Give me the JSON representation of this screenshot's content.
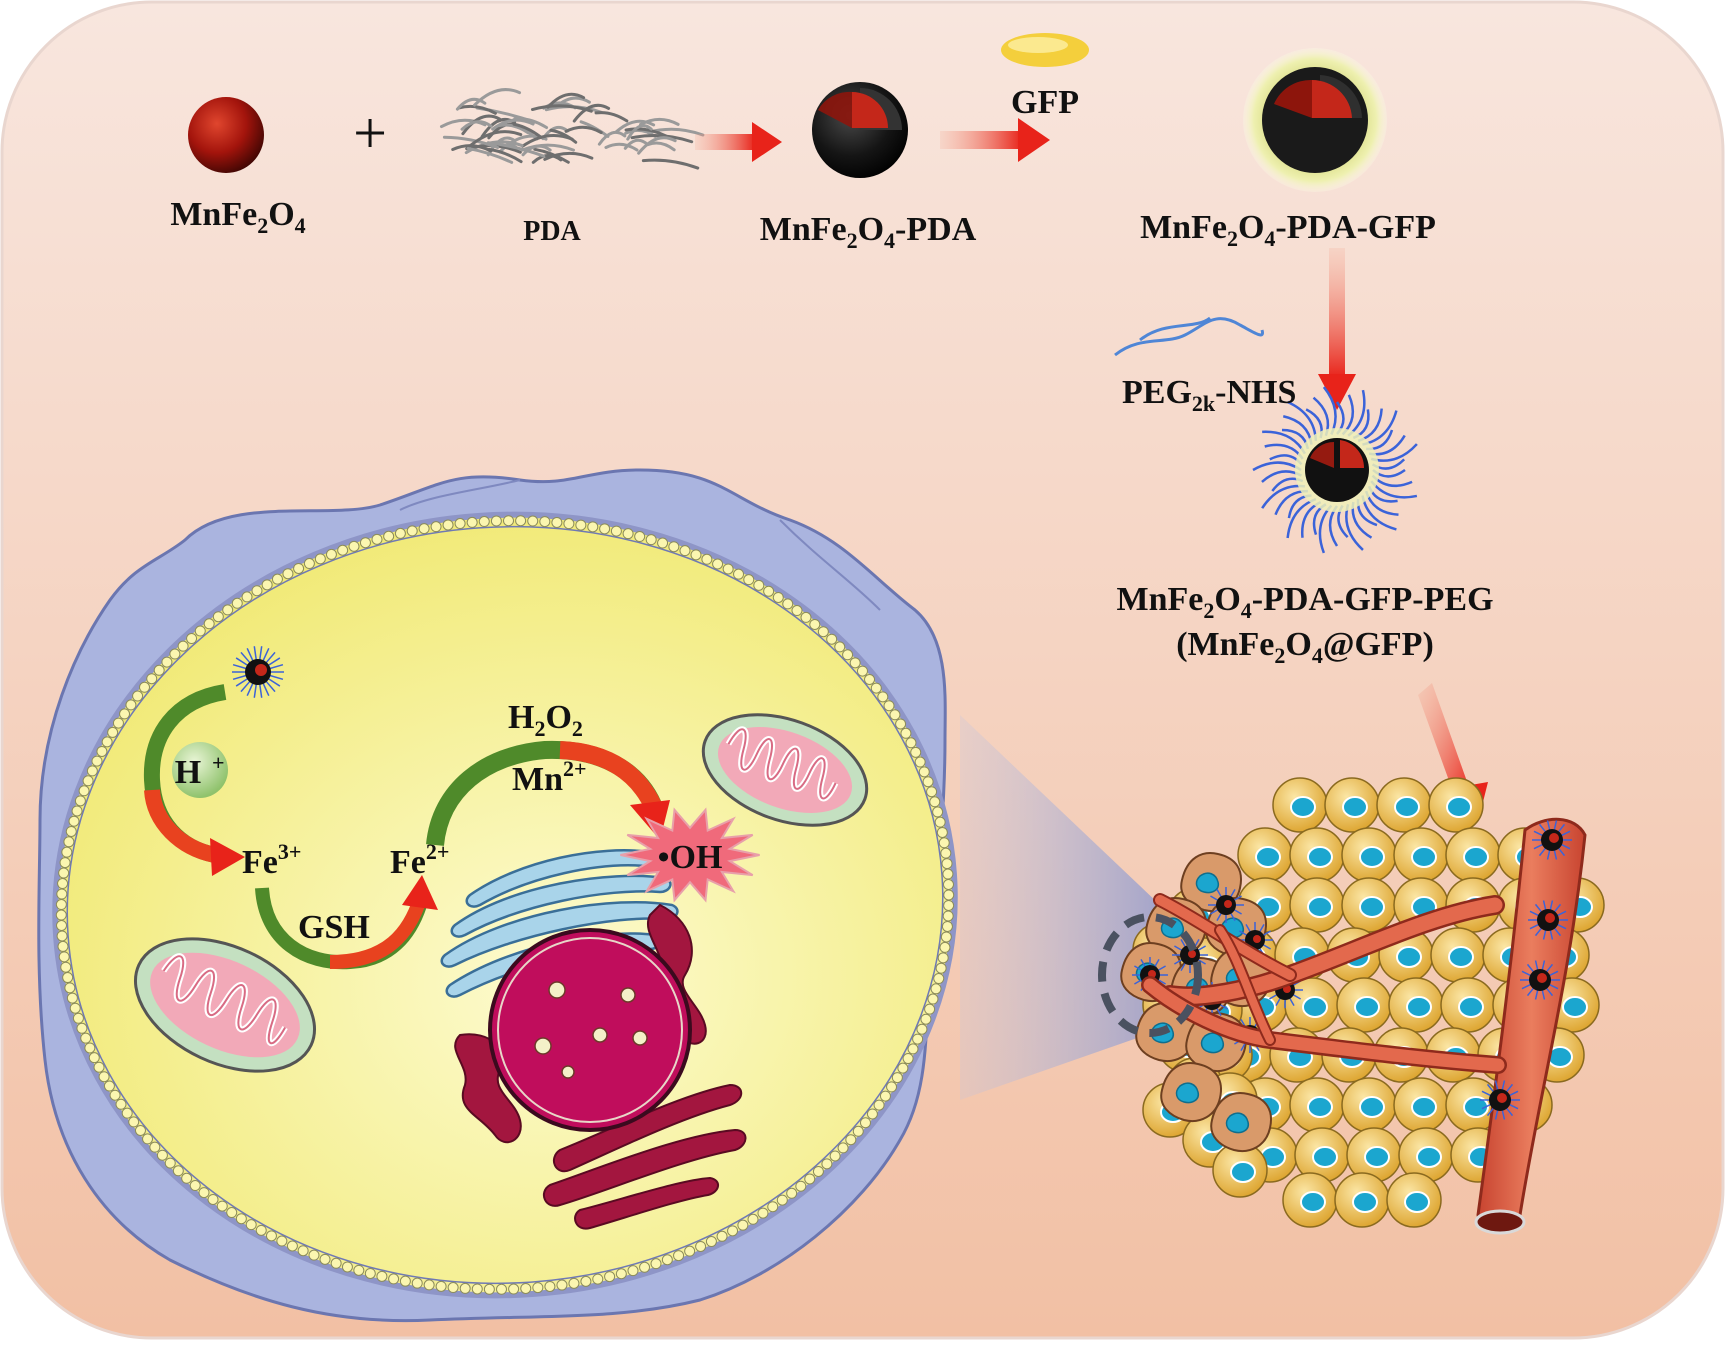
{
  "colors": {
    "bg_top": "#f8e5dc",
    "bg_bottom": "#f3c3a8",
    "core_red": "#b3190f",
    "pda_black": "#1a1a1a",
    "gfp_yellow": "#e9ec9a",
    "peg_blue": "#3b6fd8",
    "arrow_red": "#e8231a",
    "arrow_green": "#4f8a2a",
    "cell_membrane": "#a9b3dc",
    "cytoplasm": "#f5f08a",
    "nucleus": "#c00d5c",
    "vessel": "#d9553a",
    "tumor_cell": "#f1c24a",
    "tumor_nucleus": "#1ba6cf"
  },
  "icons": {
    "core": "mnfe2o4-sphere-icon",
    "pda": "polydopamine-fiber-icon",
    "gfp": "gfp-protein-icon",
    "peg": "peg-chain-icon"
  },
  "synthesis": {
    "core": {
      "main": "MnFe",
      "sub1": "2",
      "mid": "O",
      "sub2": "4",
      "tail": ""
    },
    "plus": "+",
    "pda": "PDA",
    "gfp": "GFP",
    "pda_coated": {
      "main": "MnFe",
      "sub1": "2",
      "mid": "O",
      "sub2": "4",
      "tail": "-PDA"
    },
    "gfp_coated": {
      "main": "MnFe",
      "sub1": "2",
      "mid": "O",
      "sub2": "4",
      "tail": "-PDA-GFP"
    },
    "peg_reagent": {
      "main": "PEG",
      "sub": "2k",
      "tail": "-NHS"
    },
    "final_line1": {
      "main": "MnFe",
      "sub1": "2",
      "mid": "O",
      "sub2": "4",
      "tail": "-PDA-GFP-PEG"
    },
    "final_line2": {
      "pre": "(MnFe",
      "sub1": "2",
      "mid": "O",
      "sub2": "4",
      "tail": "@GFP)"
    }
  },
  "cell": {
    "h_plus": {
      "main": "H",
      "sup": "+"
    },
    "fe3": {
      "main": "Fe",
      "sup": "3+"
    },
    "fe2": {
      "main": "Fe",
      "sup": "2+"
    },
    "gsh": "GSH",
    "h2o2": {
      "main": "H",
      "sub1": "2",
      "mid": "O",
      "sub2": "2"
    },
    "mn2": {
      "main": "Mn",
      "sup": "2+"
    },
    "oh": "•OH"
  }
}
